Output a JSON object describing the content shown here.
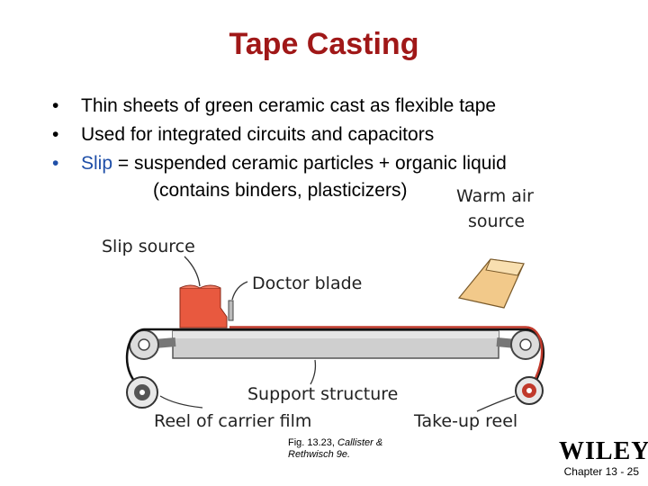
{
  "slide": {
    "title": "Tape Casting",
    "bullets": [
      {
        "text": "Thin sheets of green ceramic cast as flexible tape"
      },
      {
        "text": "Used for integrated circuits and capacitors"
      },
      {
        "highlight": "Slip",
        "text": " = suspended ceramic particles + organic liquid",
        "continuation": "(contains binders, plasticizers)"
      }
    ],
    "bullet_symbol": "•"
  },
  "diagram": {
    "labels": {
      "warm_air_line1": "Warm air",
      "warm_air_line2": "source",
      "slip_source": "Slip source",
      "doctor_blade": "Doctor blade",
      "support_structure": "Support structure",
      "reel_carrier": "Reel of carrier film",
      "takeup_reel": "Take-up reel"
    },
    "colors": {
      "slip": "#e8593f",
      "warm_air": "#f2c98a",
      "tape": "#c0392b",
      "support": "#c8c8c8"
    }
  },
  "footer": {
    "caption_line1_a": "Fig. 13.23, ",
    "caption_line1_b": "Callister &",
    "caption_line2": "Rethwisch 9e.",
    "publisher": "WILEY",
    "chapter": "Chapter 13 - 25"
  }
}
